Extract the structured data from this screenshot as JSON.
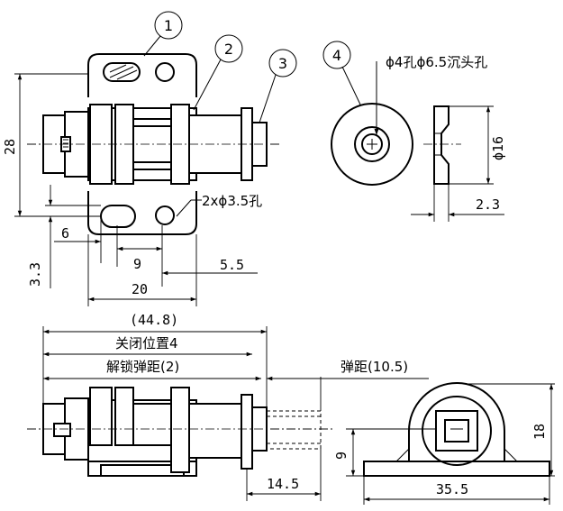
{
  "balloons": [
    "1",
    "2",
    "3",
    "4"
  ],
  "dims": {
    "height_28": "28",
    "offset_3_3": "3.3",
    "dist_6": "6",
    "dist_9": "9",
    "dist_5_5": "5.5",
    "width_20": "20",
    "dia_16": "ϕ16",
    "thick_2_3": "2.3",
    "total_44_8": "(44.8)",
    "stroke_14_5": "14.5",
    "height_9": "9",
    "height_18": "18",
    "width_35_5": "35.5"
  },
  "notes": {
    "holes": "2xϕ3.5孔",
    "countersink": "ϕ4孔ϕ6.5沉头孔",
    "closed_pos": "关闭位置4",
    "unlock_spring": "解锁弹距(2)",
    "spring": "弹距(10.5)"
  }
}
